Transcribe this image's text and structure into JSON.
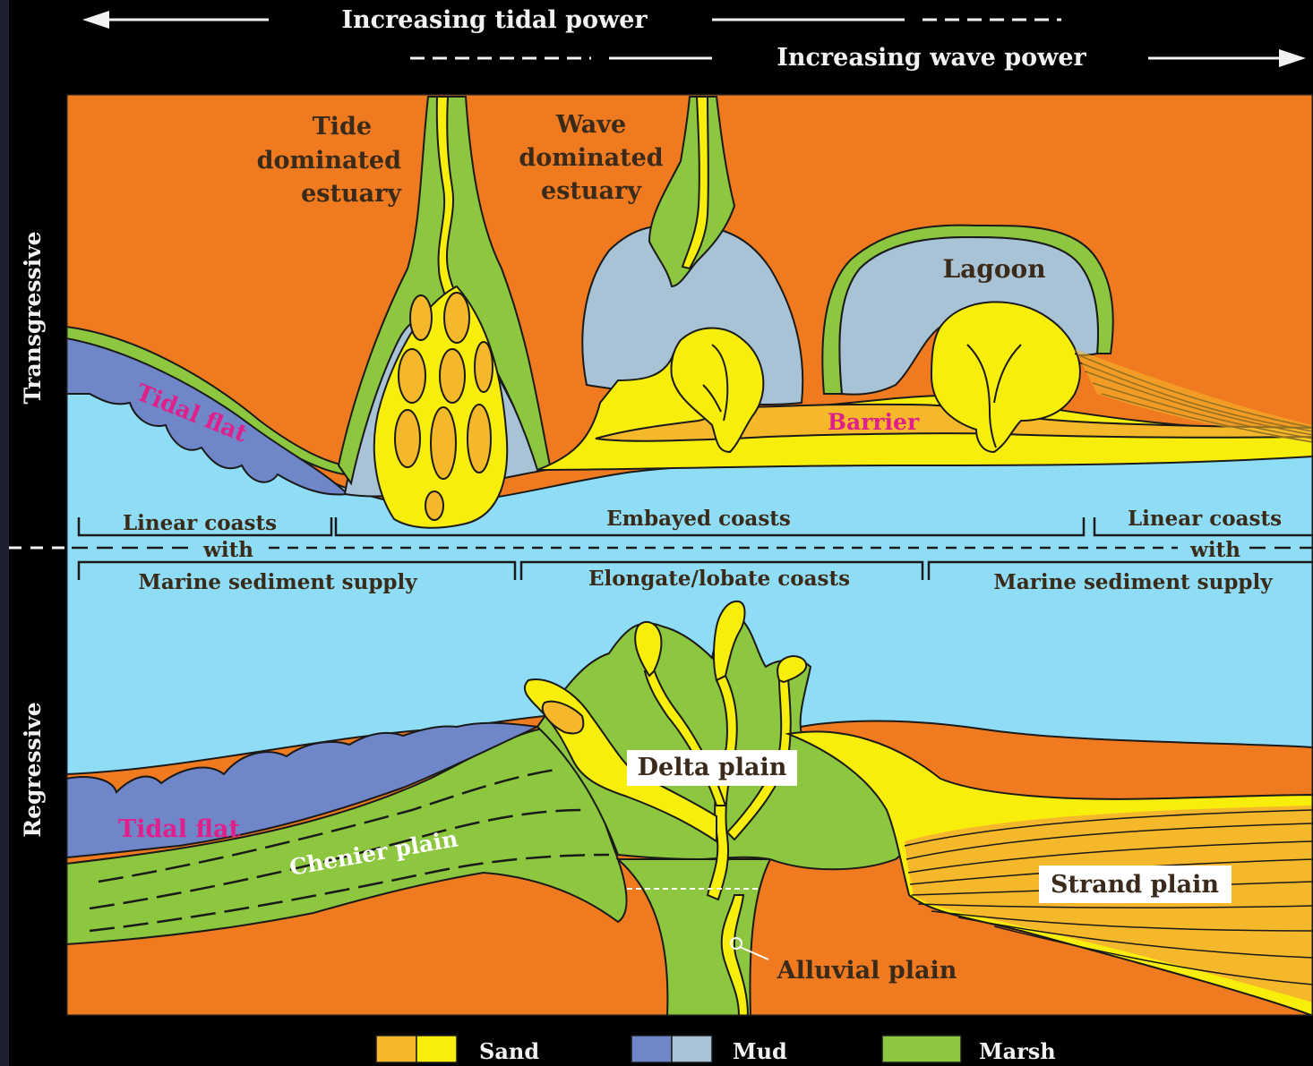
{
  "header": {
    "tidal": "Increasing tidal power",
    "wave": "Increasing wave power"
  },
  "side": {
    "transgressive": "Transgressive",
    "regressive": "Regressive"
  },
  "labels": {
    "tide_estuary": [
      "Tide",
      "dominated",
      "estuary"
    ],
    "wave_estuary": [
      "Wave",
      "dominated",
      "estuary"
    ],
    "lagoon": "Lagoon",
    "barrier": "Barrier",
    "tidal_flat_top": "Tidal flat",
    "tidal_flat_bottom": "Tidal flat",
    "chenier": "Chenier plain",
    "delta_plain": "Delta plain",
    "strand_plain": "Strand plain",
    "alluvial_plain": "Alluvial plain"
  },
  "coasts": {
    "linear_left": "Linear coasts",
    "with_left": "with",
    "marine_left": "Marine sediment supply",
    "embayed": "Embayed coasts",
    "elongate": "Elongate/lobate coasts",
    "linear_right": "Linear coasts",
    "with_right": "with",
    "marine_right": "Marine sediment supply"
  },
  "legend": [
    {
      "label": "Sand",
      "colors": [
        "#f5b82a",
        "#f8ee0c"
      ]
    },
    {
      "label": "Mud",
      "colors": [
        "#6f86c9",
        "#a9c3d6"
      ]
    },
    {
      "label": "Marsh",
      "colors": [
        "#8dc63f",
        "#8dc63f"
      ]
    }
  ],
  "colors": {
    "land": "#f07a20",
    "sea": "#8fdcf5",
    "marsh": "#8dc63f",
    "sand_light": "#f8ee0c",
    "sand_dark": "#f5b82a",
    "mud_dark": "#6f86c9",
    "mud_light": "#a9c3d6"
  }
}
